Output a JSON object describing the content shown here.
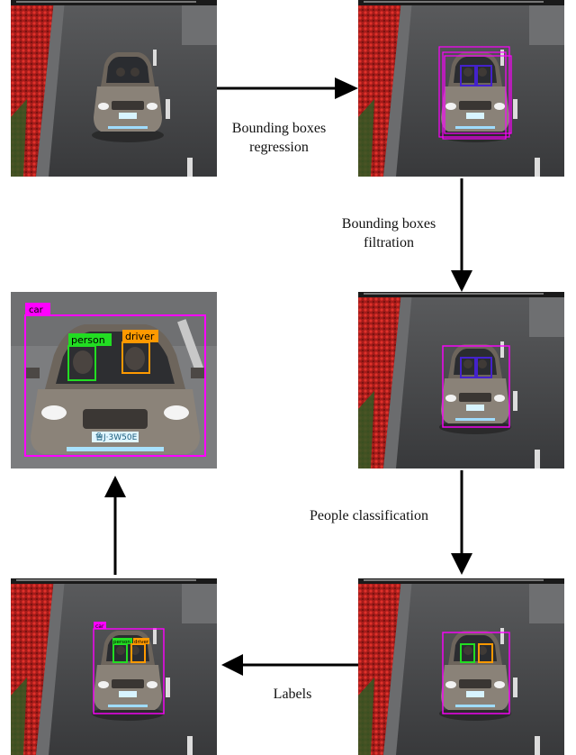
{
  "steps": {
    "regression": [
      "Bounding boxes",
      "regression"
    ],
    "filtration": [
      "Bounding boxes",
      "filtration"
    ],
    "classification": "People classification",
    "labels": "Labels"
  },
  "panels": [
    {
      "id": "input",
      "boxes": []
    },
    {
      "id": "regression",
      "boxes": [
        "car",
        "person",
        "person",
        "car",
        "car"
      ]
    },
    {
      "id": "filtration",
      "boxes": [
        "car",
        "person",
        "person"
      ]
    },
    {
      "id": "classification",
      "boxes": [
        "car",
        "person",
        "driver"
      ]
    },
    {
      "id": "labeled-small",
      "boxes": [
        "car",
        "person",
        "driver"
      ],
      "labels": {
        "car": "car",
        "person": "person",
        "driver": "driver"
      }
    },
    {
      "id": "labeled-zoom",
      "boxes": [
        "car",
        "person",
        "driver"
      ],
      "labels": {
        "car": "car",
        "person": "person",
        "driver": "driver"
      },
      "plate": "鲁J·3W50E"
    }
  ],
  "colors": {
    "car_box": "#ff00ff",
    "person_box": "#22dd22",
    "driver_box": "#ff9900",
    "proposal_box": "#4422cc",
    "flowers": "#c0221e",
    "road": "#4a4b4d",
    "arrow": "#000000"
  }
}
